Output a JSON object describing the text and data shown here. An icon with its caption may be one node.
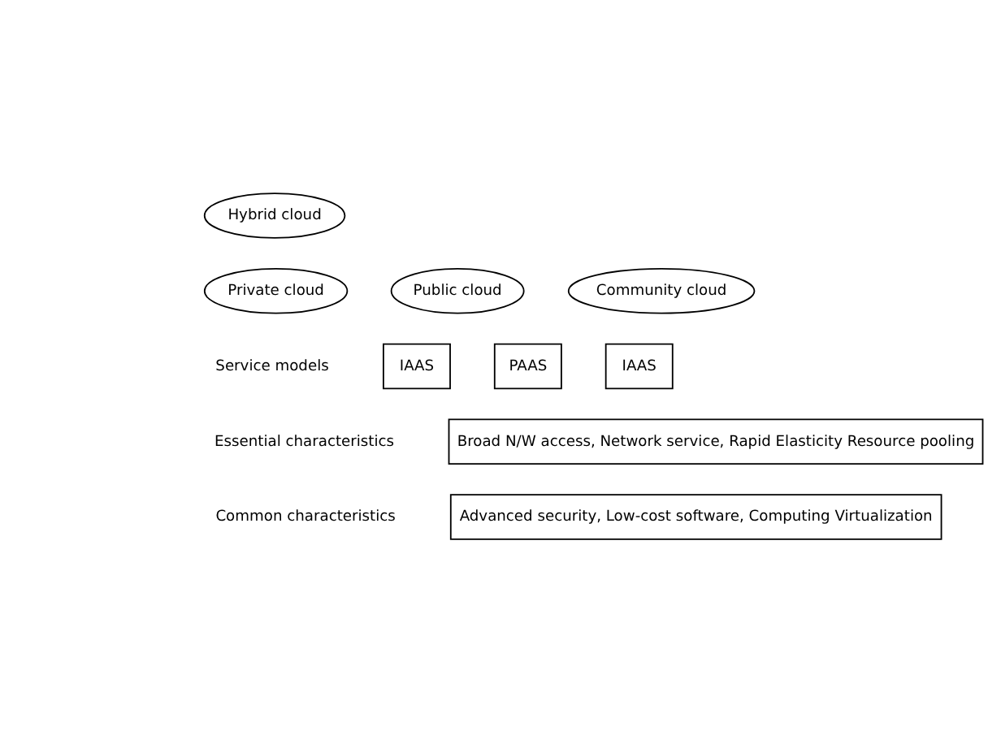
{
  "diagram": {
    "nodes": [
      {
        "text": [
          "Hybrid cloud"
        ]
      },
      {
        "text": [
          "Private cloud"
        ]
      },
      {
        "text": [
          "Public cloud"
        ]
      },
      {
        "text": [
          "Community cloud"
        ]
      },
      {
        "text": [
          "IAAS"
        ]
      },
      {
        "text": [
          "PAAS"
        ]
      },
      {
        "text": [
          "IAAS"
        ]
      },
      {
        "text": [
          "Broad N/W access, Network service, Rapid Elasticity Resource pooling"
        ]
      },
      {
        "text": [
          "Advanced security, Low-cost software, Computing Virtualization"
        ]
      }
    ],
    "labels": [
      "Service models",
      "Essential characteristics",
      "Common characteristics"
    ]
  }
}
